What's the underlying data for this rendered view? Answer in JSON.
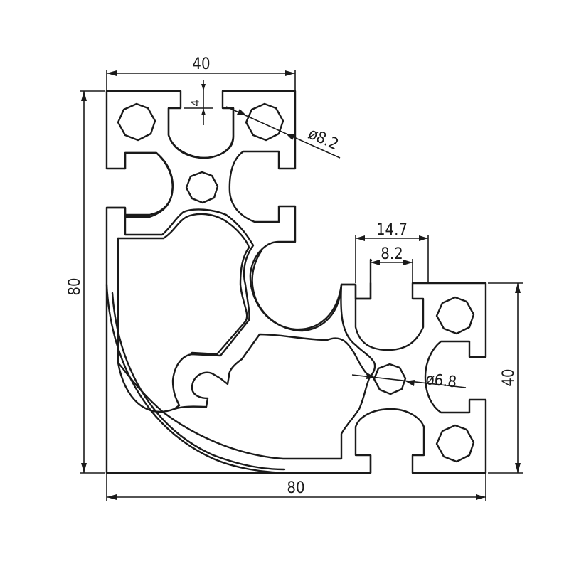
{
  "dimensions": {
    "top_width": "40",
    "slot_depth": "4",
    "hole_top": "ø8.2",
    "slot_outer": "14.7",
    "slot_inner": "8.2",
    "hole_center": "ø6.8",
    "left_height": "80",
    "right_height": "40",
    "bottom_width": "80"
  },
  "colors": {
    "line": "#1a1a1a",
    "background": "#ffffff"
  }
}
